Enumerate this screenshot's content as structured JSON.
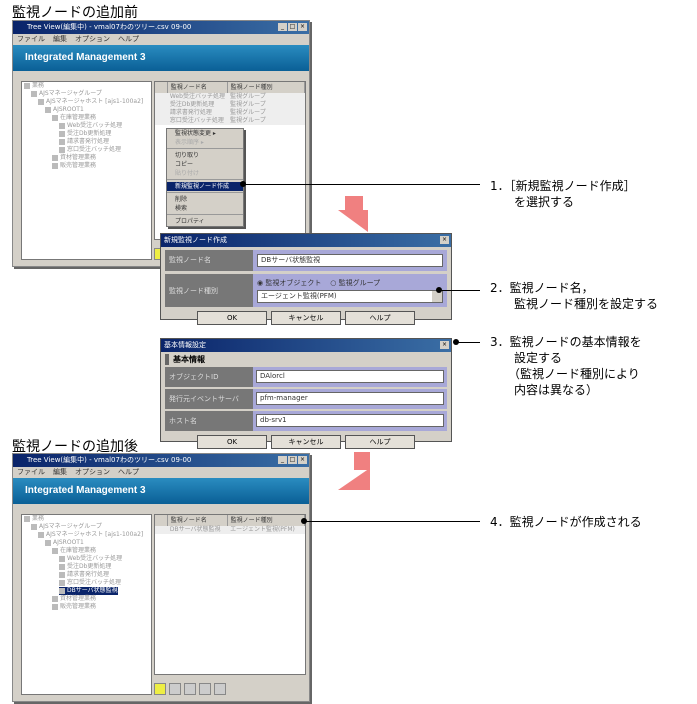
{
  "before": {
    "heading": "監視ノードの追加前"
  },
  "after": {
    "heading": "監視ノードの追加後"
  },
  "window": {
    "title": "Tree View(編集中) - vmal07わのツリー.csv 09-00",
    "menu": [
      "ファイル",
      "編集",
      "オプション",
      "ヘルプ"
    ],
    "banner": "Integrated Management 3",
    "controls": [
      "_",
      "□",
      "×"
    ]
  },
  "tree_before": [
    "業務",
    "AJSマネージャグループ",
    "AJSマネージャホスト [ajs1-100a2]",
    "AJSROOT1",
    "在庫管理業務",
    "Web受注バッチ処理",
    "受注Db更新処理",
    "請求書発行処理",
    "窓口受注バッチ処理",
    "資材管理業務",
    "販売管理業務"
  ],
  "tree_after": [
    "業務",
    "AJSマネージャグループ",
    "AJSマネージャホスト [ajs1-100a2]",
    "AJSROOT1",
    "在庫管理業務",
    "Web受注バッチ処理",
    "受注Db更新処理",
    "請求書発行処理",
    "窓口受注バッチ処理",
    "DBサーバ状態監視",
    "資材管理業務",
    "販売管理業務"
  ],
  "list_headers": [
    "監視ノード名",
    "監視ノード種別"
  ],
  "list_before": [
    [
      "Web受注バッチ処理",
      "監視グループ"
    ],
    [
      "受注Db更新処理",
      "監視グループ"
    ],
    [
      "請求書発行処理",
      "監視グループ"
    ],
    [
      "窓口受注バッチ処理",
      "監視グループ"
    ]
  ],
  "list_after": [
    [
      "DBサーバ状態監視",
      "エージェント監視(PFM)"
    ]
  ],
  "context_menu": [
    {
      "label": "監視状態変更 ▸",
      "state": "normal"
    },
    {
      "label": "表示順序 ▸",
      "state": "disabled"
    },
    {
      "label": "切り取り",
      "state": "normal"
    },
    {
      "label": "コピー",
      "state": "normal"
    },
    {
      "label": "貼り付け",
      "state": "disabled"
    },
    {
      "label": "新規監視ノード作成",
      "state": "selected"
    },
    {
      "label": "削除",
      "state": "normal"
    },
    {
      "label": "検索",
      "state": "normal"
    },
    {
      "label": "プロパティ",
      "state": "normal"
    }
  ],
  "dialog_new": {
    "title": "新規監視ノード作成",
    "name_label": "監視ノード名",
    "name_value": "DBサーバ状態監視",
    "type_label": "監視ノード種別",
    "radio_object": "監視オブジェクト",
    "radio_group": "監視グループ",
    "type_value": "エージェント監視(PFM)",
    "ok": "OK",
    "cancel": "キャンセル",
    "help": "ヘルプ"
  },
  "dialog_basic": {
    "title": "基本情報設定",
    "section": "基本情報",
    "fields": [
      {
        "label": "オブジェクトID",
        "value": "DAlorcl"
      },
      {
        "label": "発行元イベントサーバ",
        "value": "pfm-manager"
      },
      {
        "label": "ホスト名",
        "value": "db-srv1"
      }
    ],
    "ok": "OK",
    "cancel": "キャンセル",
    "help": "ヘルプ"
  },
  "annotations": [
    "1．［新規監視ノード作成］\n　　を選択する",
    "2．監視ノード名，\n　　監視ノード種別を設定する",
    "3．監視ノードの基本情報を\n　　設定する\n　　（監視ノード種別により\n　　内容は異なる）",
    "4．監視ノードが作成される"
  ],
  "colors": {
    "arrow": "#f08080",
    "selection": "#0a246a",
    "banner": "#0a5f96"
  }
}
